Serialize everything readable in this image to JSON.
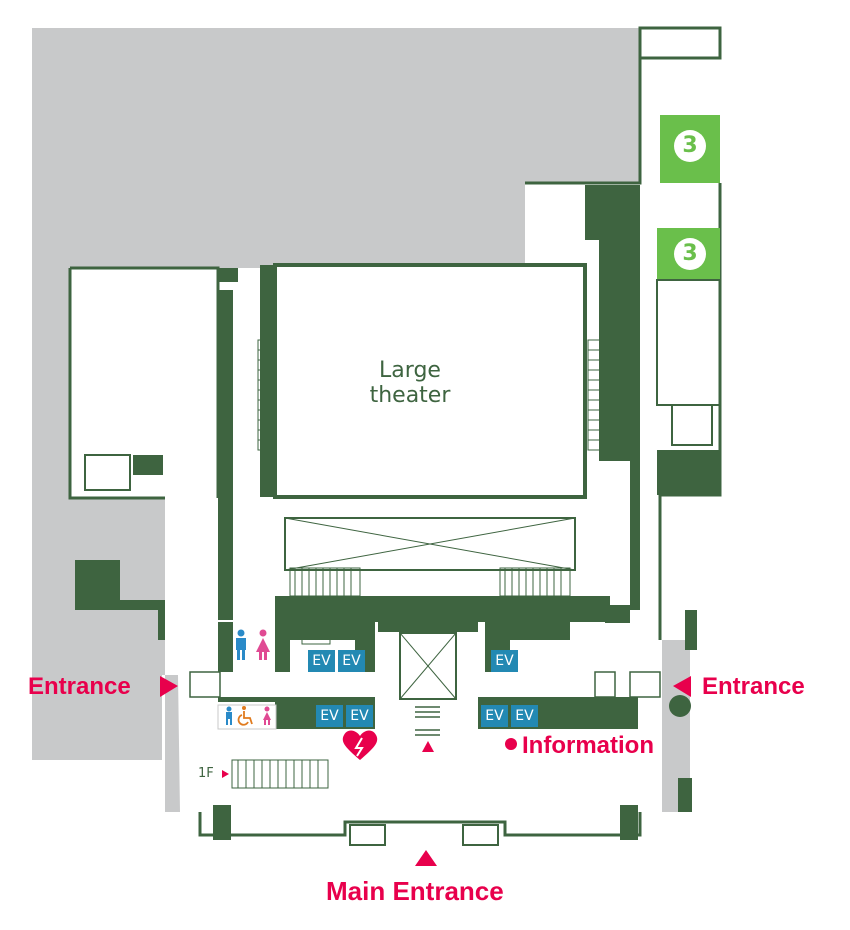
{
  "map": {
    "large_theater": {
      "line1": "Large",
      "line2": "theater"
    },
    "entrance_left": "Entrance",
    "entrance_right": "Entrance",
    "main_entrance": "Main Entrance",
    "information": "Information",
    "floor_marker": "1F",
    "elevator_label": "EV",
    "area_number": "3",
    "colors": {
      "wall": "#3e6440",
      "surrounding": "#c8c9ca",
      "accent": "#e8004c",
      "elevator": "#2389b3",
      "area_highlight": "#6abf4b",
      "restroom_male": "#2a8ac8",
      "restroom_female": "#e04a93",
      "accessible": "#e07b1f"
    }
  }
}
